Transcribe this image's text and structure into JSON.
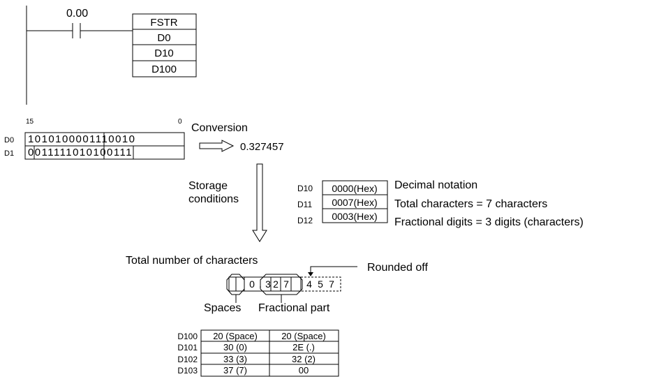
{
  "ladder": {
    "contact_address": "0.00",
    "instruction": {
      "mnemonic": "FSTR",
      "operands": [
        "D0",
        "D10",
        "D100"
      ]
    }
  },
  "source_words": {
    "bit_high": "15",
    "bit_low": "0",
    "rows": [
      {
        "label": "D0",
        "bits": "1010100001110010"
      },
      {
        "label": "D1",
        "bits": "0011111010100111"
      }
    ]
  },
  "conversion": {
    "label": "Conversion",
    "value": "0.327457"
  },
  "storage": {
    "line1": "Storage",
    "line2": "conditions",
    "rows": [
      {
        "word": "D10",
        "value": "0000(Hex)",
        "desc": "Decimal notation"
      },
      {
        "word": "D11",
        "value": "0007(Hex)",
        "desc": "Total characters = 7 characters"
      },
      {
        "word": "D12",
        "value": "0003(Hex)",
        "desc": "Fractional digits = 3 digits (characters)"
      }
    ]
  },
  "result_string": {
    "total_label": "Total number of characters",
    "rounded_label": "Rounded off",
    "kept_chars": [
      " ",
      " ",
      "0",
      ".",
      "3",
      "2",
      "7"
    ],
    "dropped_chars": [
      "4",
      "5",
      "7"
    ],
    "spaces_label": "Spaces",
    "fraction_label": "Fractional part"
  },
  "result_table": {
    "rows": [
      {
        "word": "D100",
        "high": "20 (Space)",
        "low": "20 (Space)"
      },
      {
        "word": "D101",
        "high": "30 (0)",
        "low": "2E (.)"
      },
      {
        "word": "D102",
        "high": "33 (3)",
        "low": "32 (2)"
      },
      {
        "word": "D103",
        "high": "37 (7)",
        "low": "00"
      }
    ]
  }
}
